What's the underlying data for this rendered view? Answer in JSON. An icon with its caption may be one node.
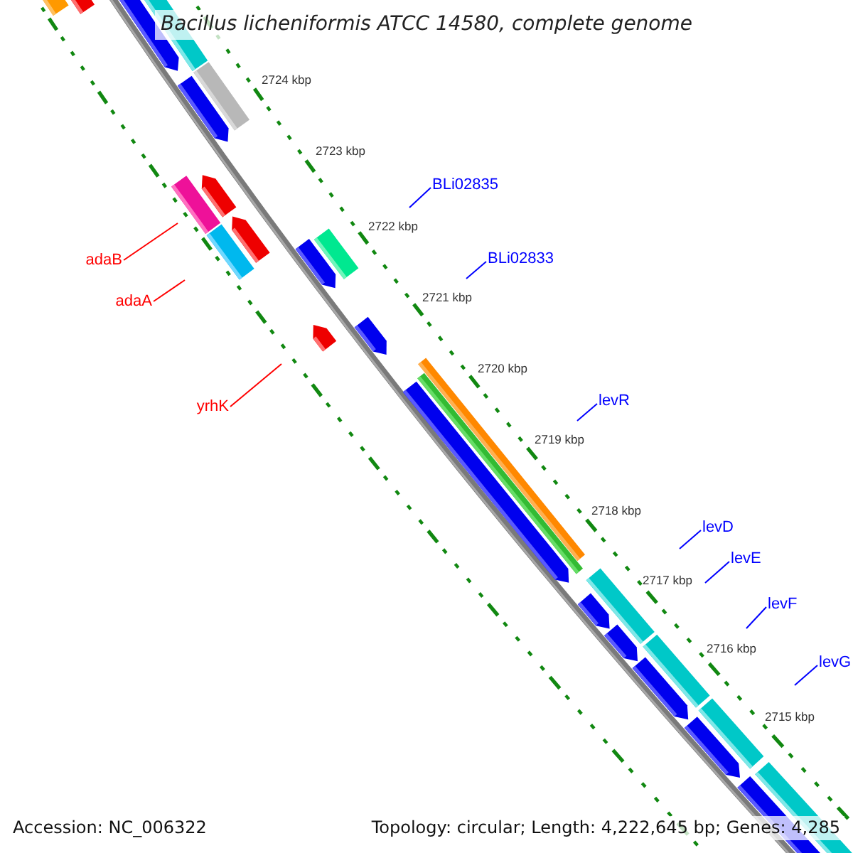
{
  "diagram": {
    "title": "Bacillus licheniformis ATCC 14580, complete genome",
    "nodes": [
      {
        "text": [
          "BLi02835"
        ]
      },
      {
        "text": [
          "BLi02833"
        ]
      },
      {
        "text": [
          "adaB"
        ]
      },
      {
        "text": [
          "adaA"
        ]
      },
      {
        "text": [
          "levR"
        ]
      },
      {
        "text": [
          "yrhK"
        ]
      },
      {
        "text": [
          "levD"
        ]
      },
      {
        "text": [
          "levE"
        ]
      },
      {
        "text": [
          "levF"
        ]
      },
      {
        "text": [
          "levG"
        ]
      }
    ],
    "edges": [
      {
        "from": 0,
        "to": null,
        "arrow": "none"
      },
      {
        "from": 1,
        "to": null,
        "arrow": "none"
      },
      {
        "from": 2,
        "to": null,
        "arrow": "none",
        "color": "#ff0000"
      },
      {
        "from": 3,
        "to": null,
        "arrow": "none",
        "color": "#ff0000"
      },
      {
        "from": 4,
        "to": null,
        "arrow": "none"
      },
      {
        "from": 5,
        "to": null,
        "arrow": "none",
        "color": "#ff0000"
      },
      {
        "from": 6,
        "to": null,
        "arrow": "none"
      },
      {
        "from": 7,
        "to": null,
        "arrow": "none"
      },
      {
        "from": 8,
        "to": null,
        "arrow": "none"
      },
      {
        "from": 9,
        "to": null,
        "arrow": "none"
      }
    ],
    "labels": [
      "2724 kbp",
      "2723 kbp",
      "2722 kbp",
      "2721 kbp",
      "2720 kbp",
      "2719 kbp",
      "2718 kbp",
      "2717 kbp",
      "2716 kbp",
      "2715 kbp",
      "Accession: NC_006322",
      "Topology: circular; Length: 4,222,645 bp; Genes: 4,285"
    ]
  }
}
